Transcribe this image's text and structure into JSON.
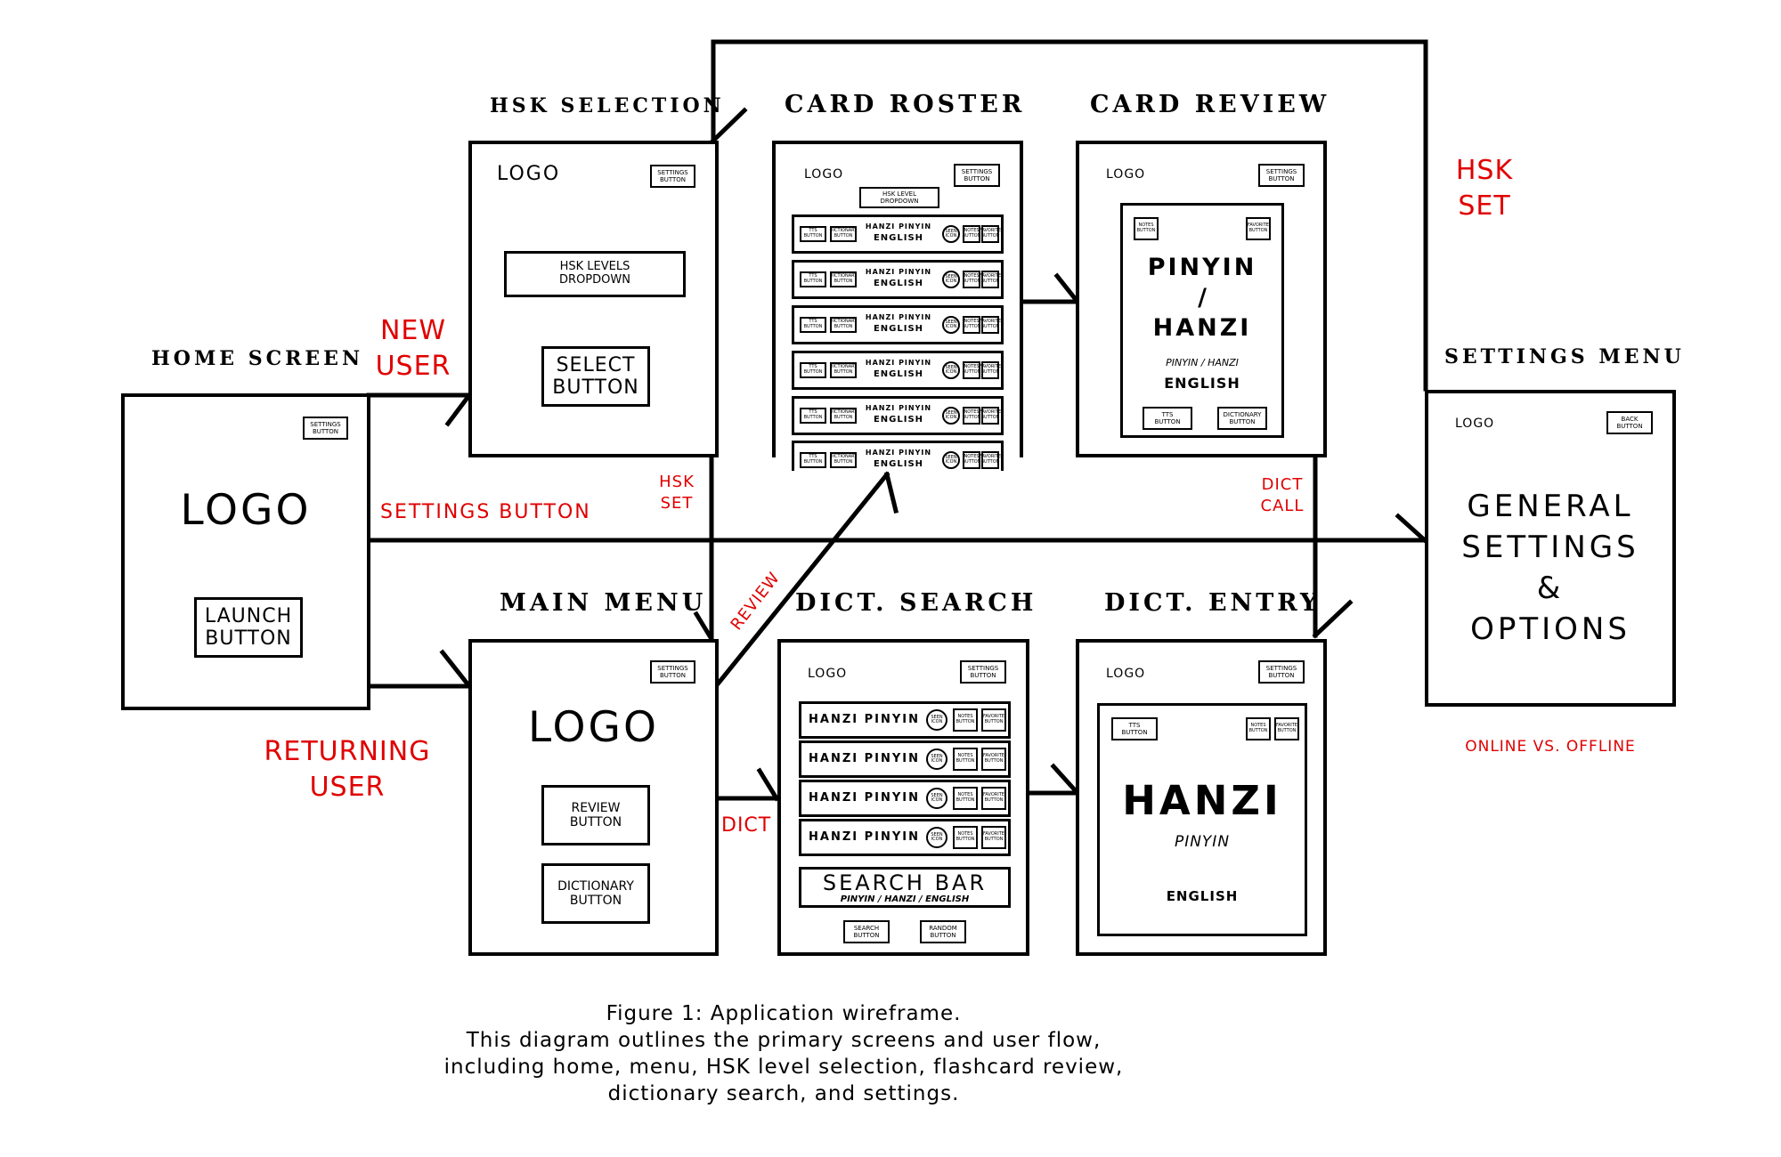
{
  "titles": {
    "home": "HOME SCREEN",
    "hsk_selection": "HSK SELECTION",
    "card_roster": "CARD ROSTER",
    "card_review": "CARD REVIEW",
    "main_menu": "MAIN MENU",
    "dict_search": "DICT. SEARCH",
    "dict_entry": "DICT. ENTRY",
    "settings_menu": "SETTINGS MENU"
  },
  "home": {
    "settings_button": "SETTINGS BUTTON",
    "logo": "LOGO",
    "launch_button": "LAUNCH BUTTON"
  },
  "hsk_selection": {
    "logo": "LOGO",
    "settings_button": "SETTINGS BUTTON",
    "dropdown": "HSK LEVELS DROPDOWN",
    "select_button": "SELECT BUTTON"
  },
  "card_roster": {
    "logo": "LOGO",
    "settings_button": "SETTINGS BUTTON",
    "dropdown": "HSK LEVEL DROPDOWN",
    "row_top": "HANZI PINYIN",
    "row_bottom": "ENGLISH",
    "tts_button": "TTS BUTTON",
    "dictionary_button": "DICTIONARY BUTTON",
    "seen_icon": "SEEN ICON",
    "notes_button": "NOTES BUTTON",
    "favorite_button": "FAVORITE BUTTON"
  },
  "card_review": {
    "logo": "LOGO",
    "settings_button": "SETTINGS BUTTON",
    "notes_button": "NOTES BUTTON",
    "favorite_button": "FAVORITE BUTTON",
    "line1": "PINYIN",
    "line2": "/",
    "line3": "HANZI",
    "subline": "PINYIN / HANZI",
    "english": "ENGLISH",
    "tts_button": "TTS BUTTON",
    "dictionary_button": "DICTIONARY BUTTON"
  },
  "main_menu": {
    "settings_button": "SETTINGS BUTTON",
    "logo": "LOGO",
    "review_button": "REVIEW BUTTON",
    "dictionary_button": "DICTIONARY BUTTON"
  },
  "dict_search": {
    "logo": "LOGO",
    "settings_button": "SETTINGS BUTTON",
    "row_text": "HANZI PINYIN",
    "seen_icon": "SEEN ICON",
    "notes_button": "NOTES BUTTON",
    "favorite_button": "FAVORITE BUTTON",
    "search_bar": "SEARCH BAR",
    "search_hint": "PINYIN / HANZI / ENGLISH",
    "search_button": "SEARCH BUTTON",
    "random_button": "RANDOM BUTTON"
  },
  "dict_entry": {
    "logo": "LOGO",
    "settings_button": "SETTINGS BUTTON",
    "tts_button": "TTS BUTTON",
    "notes_button": "NOTES BUTTON",
    "favorite_button": "FAVORITE BUTTON",
    "hanzi": "HANZI",
    "pinyin": "PINYIN",
    "english": "ENGLISH"
  },
  "settings_menu": {
    "logo": "LOGO",
    "back_button": "BACK BUTTON",
    "line1": "GENERAL",
    "line2": "SETTINGS",
    "line3": "&",
    "line4": "OPTIONS"
  },
  "flow_labels": {
    "new_user_1": "NEW",
    "new_user_2": "USER",
    "returning_user_1": "RETURNING",
    "returning_user_2": "USER",
    "settings_button": "SETTINGS BUTTON",
    "hsk_set_small_1": "HSK",
    "hsk_set_small_2": "SET",
    "review": "REVIEW",
    "dict": "DICT",
    "dict_call_1": "DICT",
    "dict_call_2": "CALL",
    "hsk_set_large_1": "HSK",
    "hsk_set_large_2": "SET",
    "online_offline": "ONLINE VS. OFFLINE"
  },
  "caption": {
    "line1": "Figure 1: Application wireframe.",
    "line2": "This diagram outlines the primary screens and user flow,",
    "line3": "including home, menu, HSK level selection, flashcard review,",
    "line4": "dictionary search, and settings."
  },
  "colors": {
    "annotation": "#e00000",
    "ink": "#000000"
  }
}
